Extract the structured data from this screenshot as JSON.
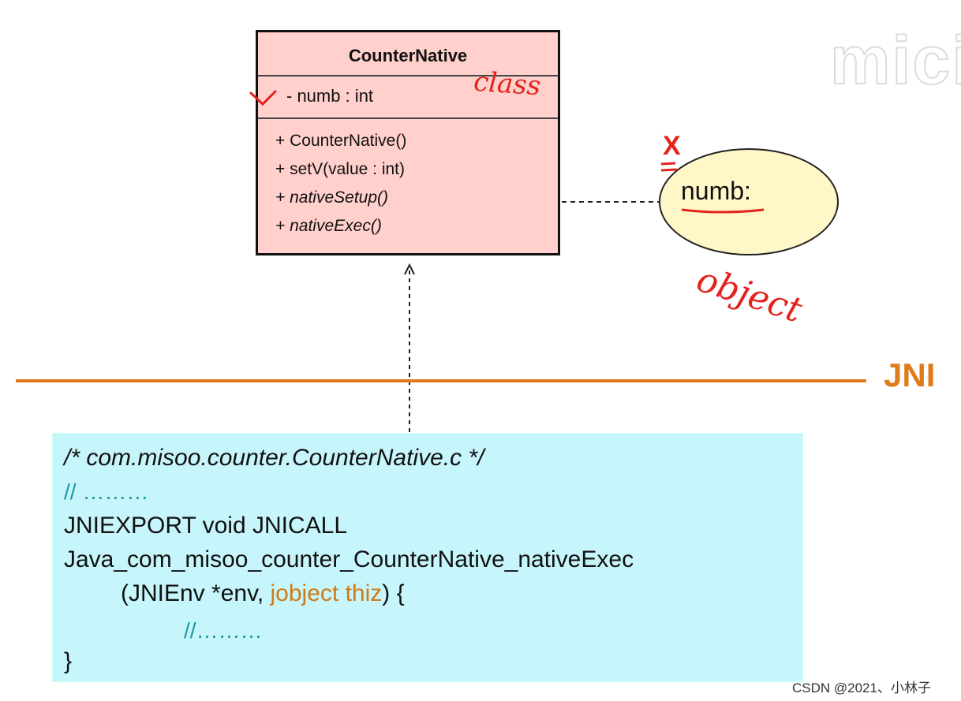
{
  "uml_class": {
    "name": "CounterNative",
    "attribute": "- numb : int",
    "methods": [
      {
        "prefix": "+ ",
        "name": "CounterNative()"
      },
      {
        "prefix": "+ ",
        "name": "setV(value : int)"
      },
      {
        "prefix": "+ ",
        "name": "nativeSetup()"
      },
      {
        "prefix": "+ ",
        "name": "nativeExec()"
      }
    ]
  },
  "object": {
    "label": "numb:"
  },
  "annotations": {
    "class_note": "class",
    "x_mark": "X",
    "object_note": "object",
    "accent_color": "#e4231b"
  },
  "divider": {
    "label": "JNI",
    "color": "#e07b1c"
  },
  "code": {
    "comment_header": "/*  com.misoo.counter.CounterNative.c   */",
    "comment_1": "// ………",
    "line_1": "JNIEXPORT void JNICALL",
    "line_2": "Java_com_misoo_counter_CounterNative_nativeExec",
    "param_prefix": "(JNIEnv *env, ",
    "param_highlight": "jobject thiz",
    "param_suffix": ") {",
    "comment_2": "//………",
    "close_brace": "}"
  },
  "watermark": "mici",
  "credit": "CSDN @2021、小林子"
}
